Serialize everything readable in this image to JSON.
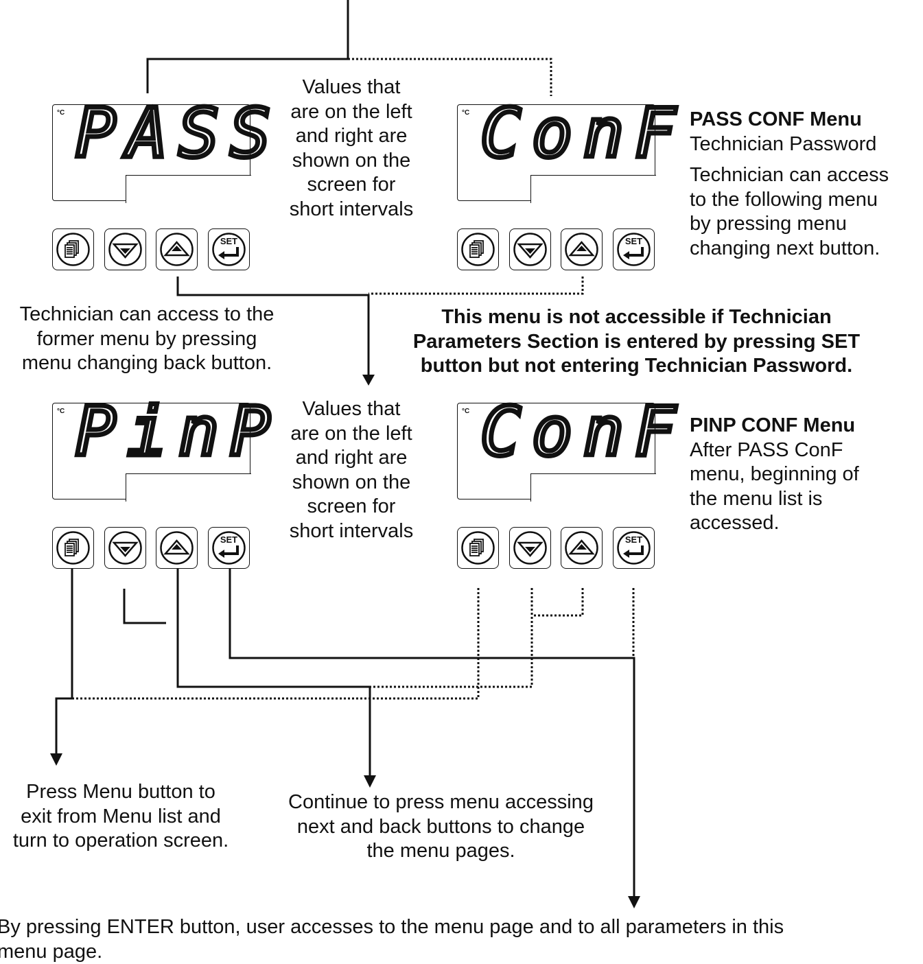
{
  "displays": {
    "top_left": {
      "unit": "°C",
      "text": "PASS"
    },
    "top_right": {
      "unit": "°C",
      "text": "ConF"
    },
    "bottom_left": {
      "unit": "°C",
      "text": "PinP"
    },
    "bottom_right": {
      "unit": "°C",
      "text": "ConF"
    }
  },
  "buttons": {
    "menu_icon": "menu-pages-icon",
    "back_icon": "down-triangle-icon",
    "next_icon": "up-triangle-icon",
    "set_label": "SET",
    "set_icon": "enter-arrow-icon"
  },
  "notes": {
    "values_shown_top": [
      "Values that",
      "are on the left",
      "and right are",
      "shown on the",
      "screen for",
      "short intervals"
    ],
    "values_shown_bottom": [
      "Values that",
      "are on the left",
      "and right are",
      "shown on the",
      "screen for",
      "short intervals"
    ],
    "pass_conf_title": "PASS CONF Menu",
    "pass_conf_subtitle": "Technician Password",
    "pass_conf_desc": [
      "Technician can access",
      "to the following menu",
      "by pressing menu",
      "changing next button."
    ],
    "former_menu": [
      "Technician can access to the",
      "former menu by pressing",
      "menu changing back button."
    ],
    "not_accessible": [
      "This menu is not accessible if Technician",
      "Parameters Section is entered by pressing SET",
      "button but not entering Technician Password."
    ],
    "pinp_conf_title": "PINP CONF Menu",
    "pinp_conf_desc": [
      "After PASS ConF",
      "menu, beginning of",
      "the menu list is",
      "accessed."
    ],
    "press_menu_exit": [
      "Press Menu button to",
      "exit from Menu list and",
      "turn to operation screen."
    ],
    "continue_press": [
      "Continue to press menu accessing",
      "next and back buttons to change",
      "the menu pages."
    ],
    "enter_button": [
      "By pressing ENTER button, user accesses to the menu page and to all parameters in this",
      "menu page."
    ]
  }
}
